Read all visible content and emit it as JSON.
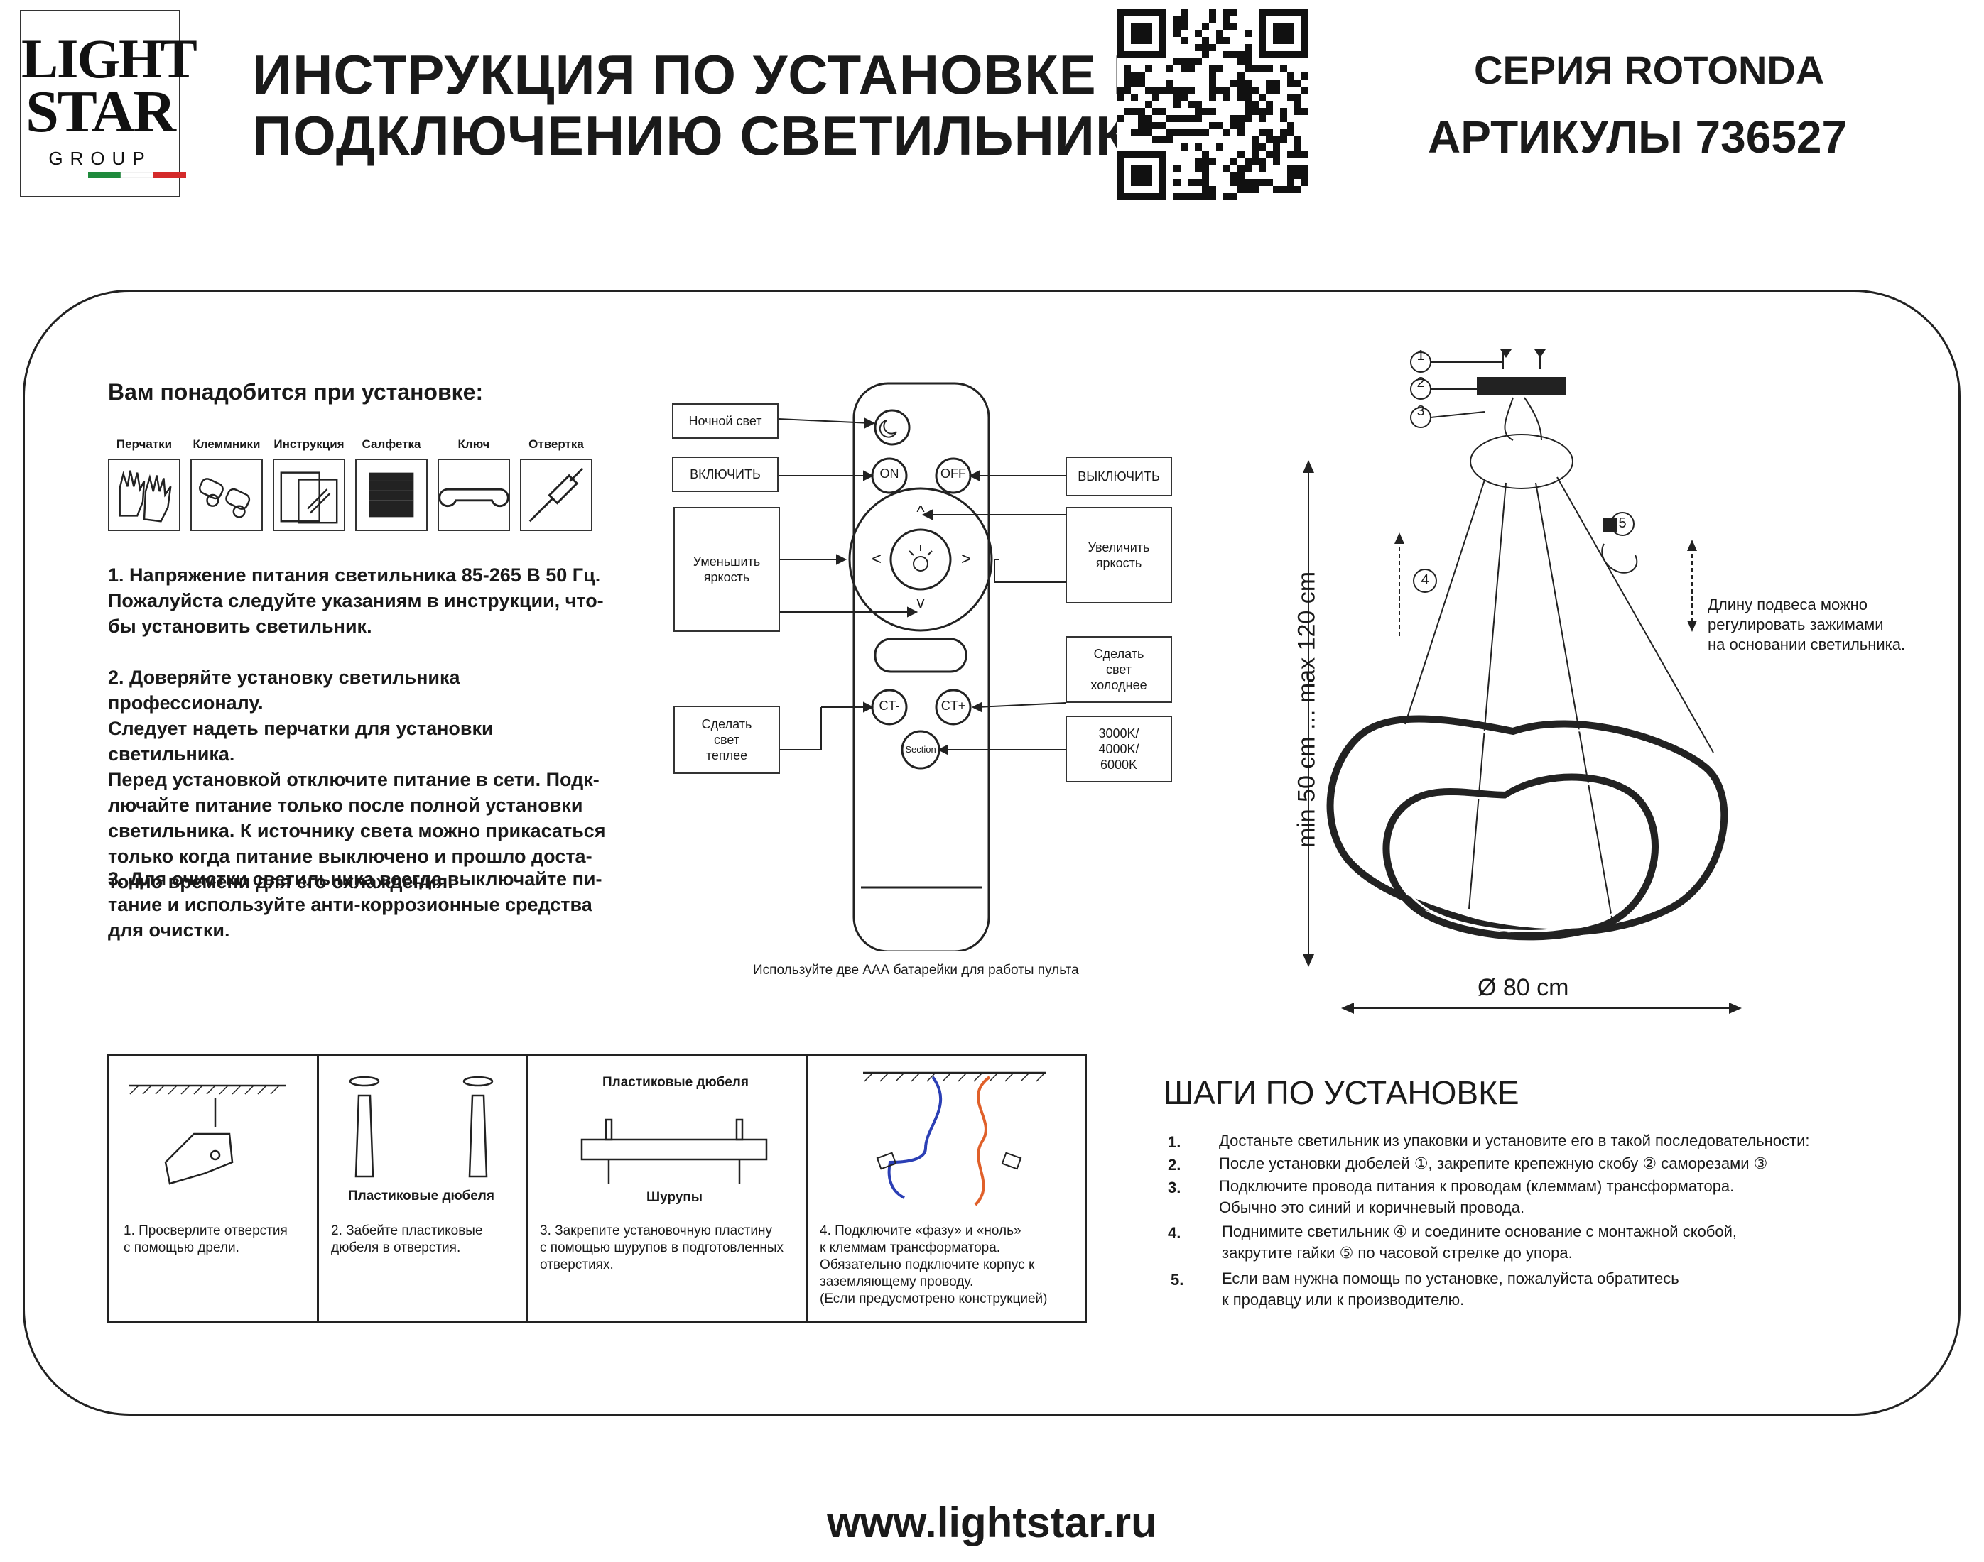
{
  "logo": {
    "line1": "LIGHT",
    "line2": "STAR",
    "line3": "GROUP",
    "flag_colors": [
      "#1f8a3c",
      "#ffffff",
      "#d42a2a"
    ]
  },
  "header": {
    "title_line1": "ИНСТРУКЦИЯ ПО УСТАНОВКЕ И",
    "title_line2": "ПОДКЛЮЧЕНИЮ СВЕТИЛЬНИКА",
    "series": "СЕРИЯ ROTONDA",
    "article": "АРТИКУЛЫ 736527"
  },
  "tools": {
    "heading": "Вам понадобится при установке:",
    "items": [
      {
        "label": "Перчатки",
        "icon": "gloves-icon"
      },
      {
        "label": "Клеммники",
        "icon": "terminal-blocks-icon"
      },
      {
        "label": "Инструкция",
        "icon": "instruction-icon"
      },
      {
        "label": "Салфетка",
        "icon": "napkin-icon"
      },
      {
        "label": "Ключ",
        "icon": "wrench-icon"
      },
      {
        "label": "Отвертка",
        "icon": "screwdriver-icon"
      }
    ]
  },
  "instructions": [
    [
      "1. Напряжение питания светильника 85-265 В 50 Гц.",
      "Пожалуйста следуйте указаниям в инструкции, что-",
      "бы установить светильник."
    ],
    [
      "2. Доверяйте установку светильника профессионалу.",
      "Следует надеть перчатки для установки светильника.",
      "Перед установкой отключите питание в сети. Подк-",
      "лючайте питание только после полной установки",
      "светильника. К источнику света можно прикасаться",
      "только когда питание выключено и прошло доста-",
      "точно времени для его охлаждения."
    ],
    [
      "3. Для очистки светильника всегда выключайте пи-",
      "тание и используйте анти-коррозионные средства",
      "для очистки."
    ]
  ],
  "remote": {
    "labels": {
      "night": "Ночной свет",
      "on": "ВКЛЮЧИТЬ",
      "off": "ВЫКЛЮЧИТЬ",
      "dim_down": [
        "Уменьшить",
        "яркость"
      ],
      "dim_up": [
        "Увеличить",
        "яркость"
      ],
      "cooler": [
        "Сделать",
        "свет",
        "холоднее"
      ],
      "warmer": [
        "Сделать",
        "свет",
        "теплее"
      ],
      "cct": [
        "3000K/",
        "4000K/",
        "6000K"
      ]
    },
    "buttons": {
      "on": "ON",
      "off": "OFF",
      "ct_minus": "CT-",
      "ct_plus": "CT+",
      "section": "Section",
      "up": "^",
      "down": "v",
      "left": "<",
      "right": ">"
    },
    "battery_note": "Используйте две ААА батарейки для работы пульта"
  },
  "fixture": {
    "callouts": [
      "1",
      "2",
      "3",
      "4",
      "5"
    ],
    "height_label": "min 50 cm ... max 120 cm",
    "diameter_label": "Ø 80 cm",
    "adjust_note": [
      "Длину подвеса можно",
      "регулировать зажимами",
      "на основании светильника."
    ]
  },
  "install_table": {
    "cells": [
      {
        "caption": [
          "1. Просверлите отверстия",
          "с помощью дрели."
        ]
      },
      {
        "label": "Пластиковые дюбеля",
        "caption": [
          "2. Забейте пластиковые",
          "дюбеля в отверстия."
        ]
      },
      {
        "label_top": "Пластиковые дюбеля",
        "label_bottom": "Шурупы",
        "caption": [
          "3. Закрепите установочную пластину",
          "с помощью шурупов в подготовленных",
          "отверстиях."
        ]
      },
      {
        "caption": [
          "4. Подключите «фазу» и «ноль»",
          "к клеммам трансформатора.",
          "Обязательно подключите корпус к",
          "заземляющему проводу.",
          "(Если предусмотрено конструкцией)"
        ],
        "wire_colors": [
          "#2b3fb5",
          "#e0602a"
        ]
      }
    ]
  },
  "steps": {
    "heading": "ШАГИ ПО УСТАНОВКЕ",
    "items": [
      {
        "num": "1.",
        "lines": [
          "Достаньте светильник из упаковки и установите его в такой последовательности:"
        ]
      },
      {
        "num": "2.",
        "lines": [
          "После установки дюбелей ①, закрепите крепежную скобу ② саморезами ③"
        ]
      },
      {
        "num": "3.",
        "lines": [
          "Подключите провода питания к проводам (клеммам) трансформатора.",
          "Обычно это синий и коричневый провода."
        ]
      },
      {
        "num": "4.",
        "lines": [
          "Поднимите светильник ④ и соедините основание с монтажной скобой,",
          "закрутите гайки ⑤ по часовой стрелке до упора."
        ]
      },
      {
        "num": "5.",
        "lines": [
          "Если вам нужна помощь по установке, пожалуйста обратитесь",
          "к продавцу или к производителю."
        ]
      }
    ]
  },
  "footer": {
    "website": "www.lightstar.ru"
  }
}
